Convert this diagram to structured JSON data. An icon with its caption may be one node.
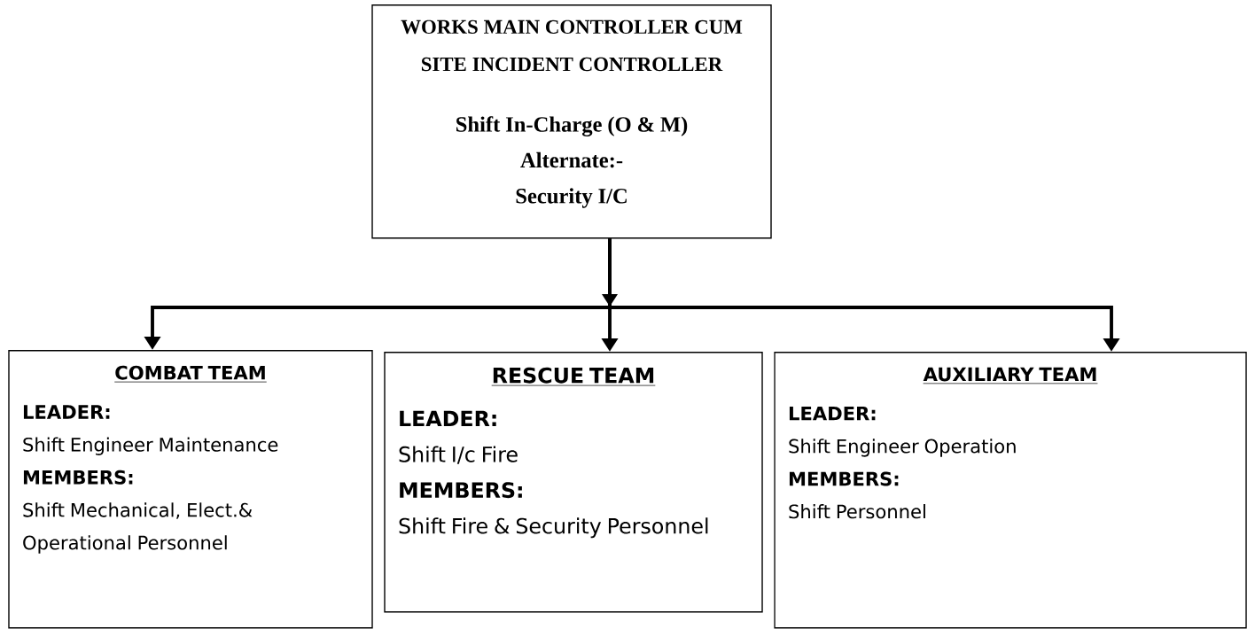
{
  "diagram": {
    "nodes": [
      {
        "text": [
          "WORKS MAIN CONTROLLER CUM SITE INCIDENT CONTROLLER",
          "Shift In-Charge (O & M)",
          "Alternate:-",
          "Security I/C"
        ]
      },
      {
        "text": [
          "COMBAT TEAM",
          "LEADER:",
          "Shift Engineer Maintenance",
          "MEMBERS:",
          "Shift Mechanical, Elect.& Operational Personnel"
        ]
      },
      {
        "text": [
          "RESCUE TEAM",
          "LEADER:",
          "Shift I/c Fire",
          "MEMBERS:",
          "Shift Fire & Security Personnel"
        ]
      },
      {
        "text": [
          "AUXILIARY TEAM",
          "LEADER:",
          "Shift Engineer Operation",
          "MEMBERS:",
          "Shift Personnel"
        ]
      }
    ],
    "edges": [
      {
        "from": 0,
        "to": 1,
        "arrow": "to"
      },
      {
        "from": 0,
        "to": 2,
        "arrow": "to"
      },
      {
        "from": 0,
        "to": 3,
        "arrow": "to"
      }
    ]
  }
}
